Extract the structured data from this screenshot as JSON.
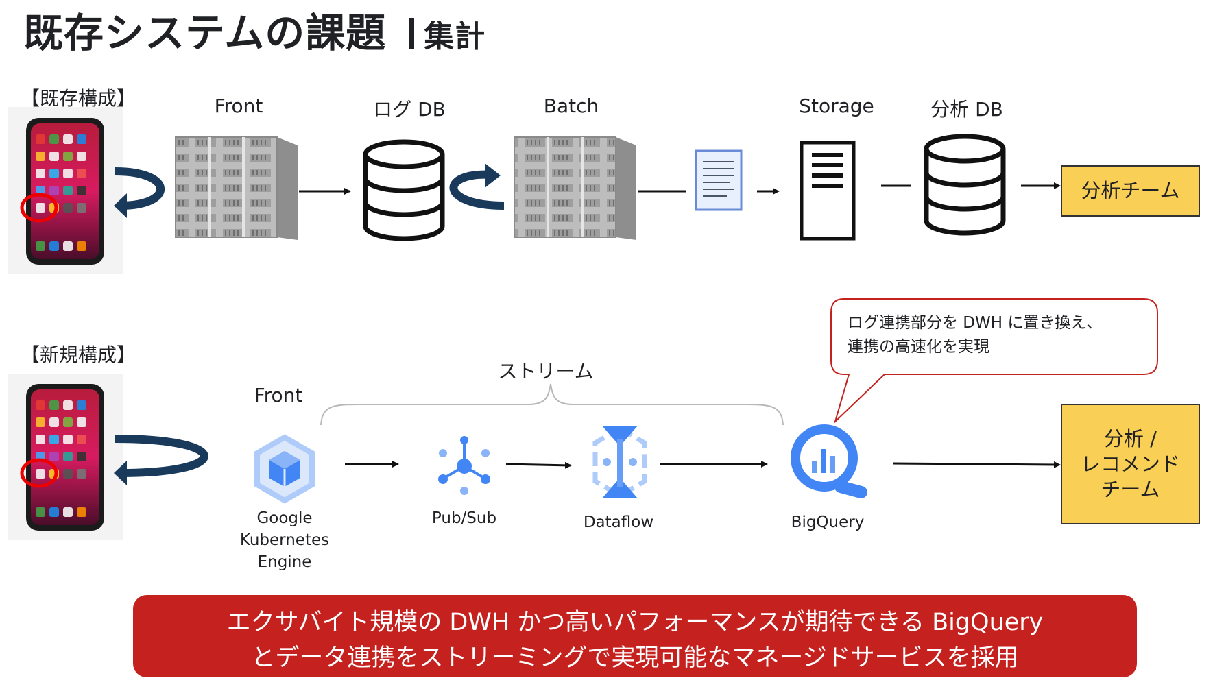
{
  "title": {
    "main": "既存システムの課題",
    "sub": "集計"
  },
  "existing": {
    "section_label": "【既存構成】",
    "nodes": {
      "front": "Front",
      "log_db": "ログ DB",
      "batch": "Batch",
      "storage": "Storage",
      "analysis_db": "分析 DB"
    },
    "team": "分析チーム"
  },
  "new": {
    "section_label": "【新規構成】",
    "front": "Front",
    "stream_label": "ストリーム",
    "nodes": {
      "gke_line1": "Google",
      "gke_line2": "Kubernetes",
      "gke_line3": "Engine",
      "pubsub": "Pub/Sub",
      "dataflow": "Dataflow",
      "bigquery": "BigQuery"
    },
    "team_line1": "分析 /",
    "team_line2": "レコメンド",
    "team_line3": "チーム",
    "callout_line1": "ログ連携部分を DWH に置き換え、",
    "callout_line2": "連携の高速化を実現"
  },
  "banner": {
    "line1": "エクサバイト規模の DWH かつ高いパフォーマンスが期待できる BigQuery",
    "line2": "とデータ連携をストリーミングで実現可能なマネージドサービスを採用"
  },
  "colors": {
    "banner": "#c5221f",
    "team_box": "#f9cf55",
    "arrow_curve": "#1a3a5c",
    "gcp_blue": "#4285f4",
    "callout_border": "#c5221f"
  }
}
